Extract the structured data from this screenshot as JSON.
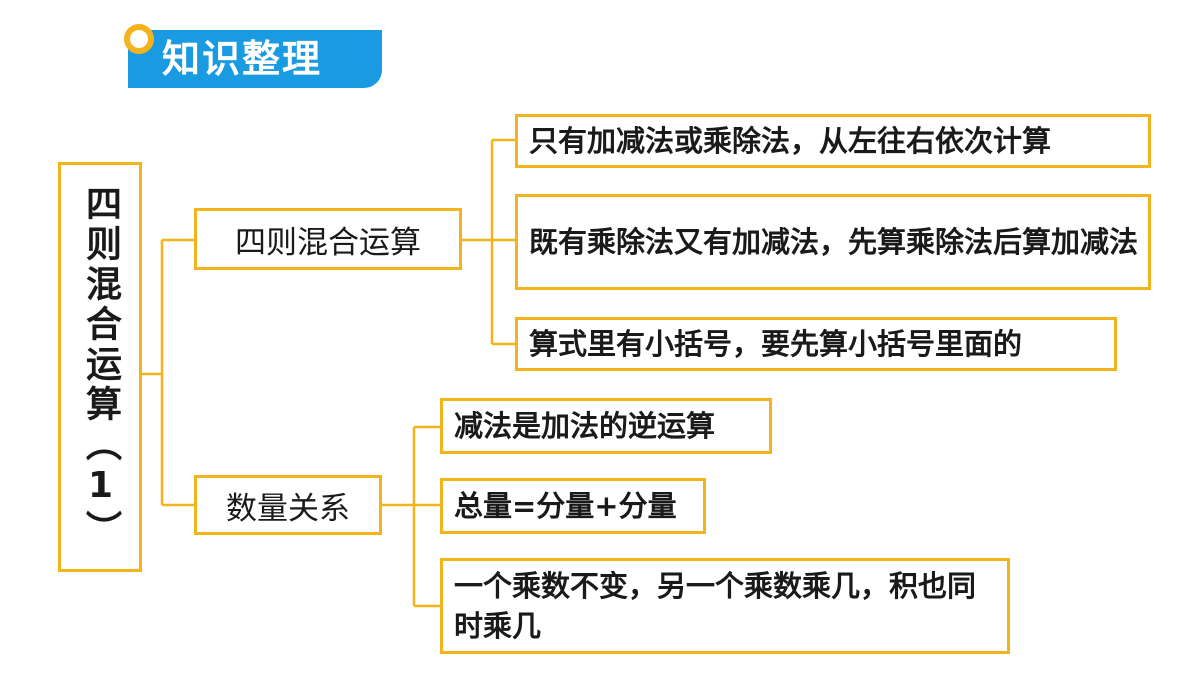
{
  "header": {
    "label": "知识整理"
  },
  "diagram": {
    "root": {
      "label": "四则混合运算（1）"
    },
    "branches": [
      {
        "label": "四则混合运算",
        "children": [
          "只有加减法或乘除法，从左往右依次计算",
          "既有乘除法又有加减法，先算乘除法后算加减法",
          "算式里有小括号，要先算小括号里面的"
        ]
      },
      {
        "label": "数量关系",
        "children": [
          "减法是加法的逆运算",
          "总量=分量+分量",
          "一个乘数不变，另一个乘数乘几，积也同时乘几"
        ]
      }
    ]
  },
  "colors": {
    "accent": "#f3b31a",
    "badge": "#1a9ae0",
    "badge_dot": "#f5b31b"
  }
}
